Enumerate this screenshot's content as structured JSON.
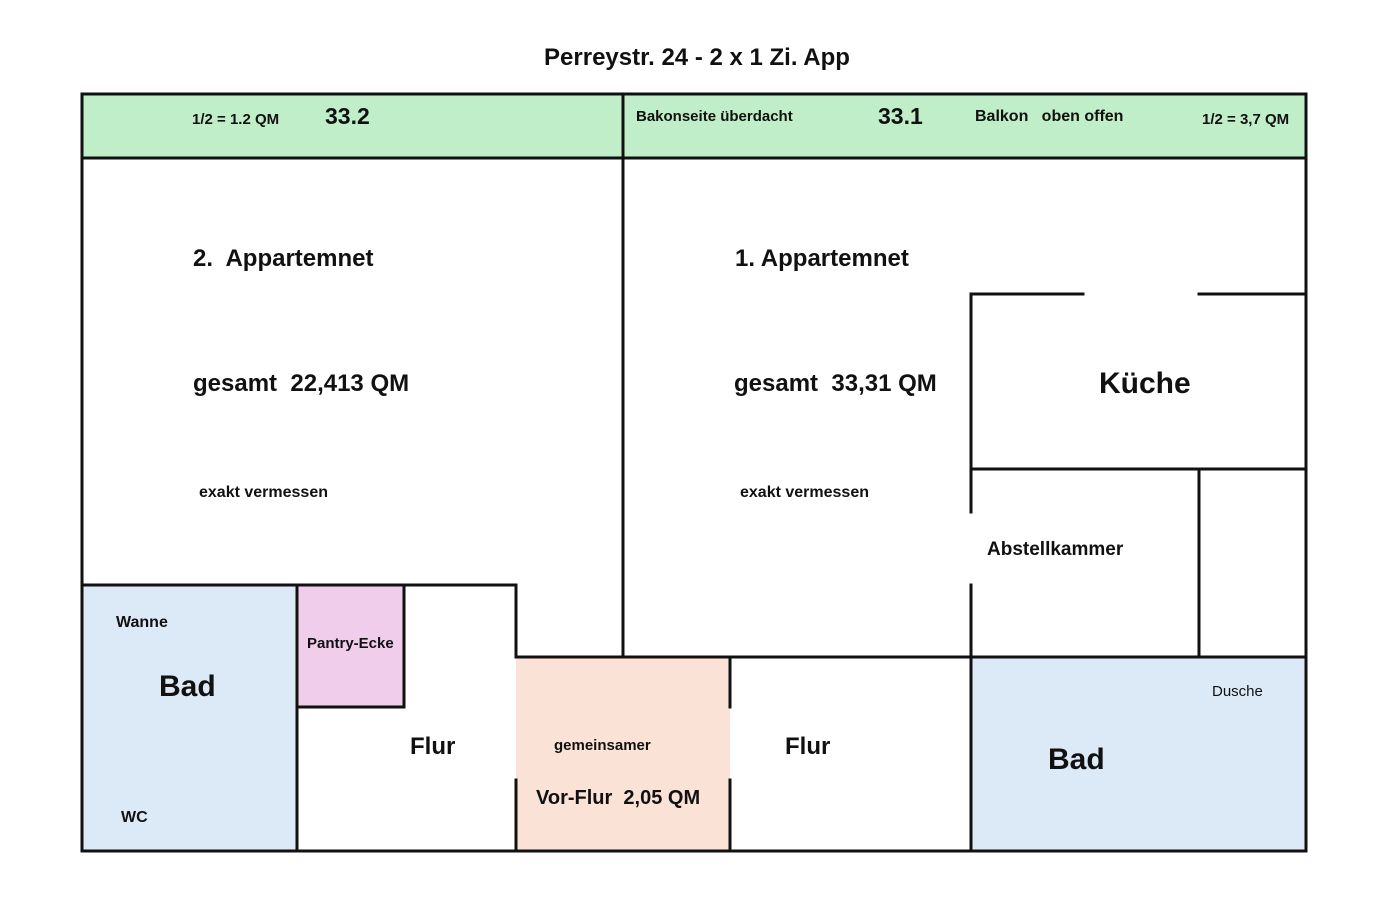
{
  "title": "Perreystr. 24 - 2 x 1 Zi. App",
  "colors": {
    "balcony": "#c0eec8",
    "bath": "#dce9f6",
    "pantry": "#f0cdea",
    "corridor": "#fbe2d6",
    "wall": "#111111"
  },
  "balcony": {
    "left_half": "1/2 = 1.2 QM",
    "left_number": "33.2",
    "right_covered": "Bakonseite überdacht",
    "right_number": "33.1",
    "right_open": "Balkon   oben offen",
    "right_half": "1/2 = 3,7 QM"
  },
  "apartment2": {
    "name": "2.  Appartemnet",
    "total": "gesamt  22,413 QM",
    "note": "exakt vermessen",
    "bath": "Bad",
    "tub": "Wanne",
    "wc": "WC",
    "pantry": "Pantry-Ecke",
    "hall": "Flur"
  },
  "apartment1": {
    "name": "1. Appartemnet",
    "total": "gesamt  33,31 QM",
    "note": "exakt vermessen",
    "kitchen": "Küche",
    "storage": "Abstellkammer",
    "hall": "Flur",
    "bath": "Bad",
    "shower": "Dusche"
  },
  "shared": {
    "line1": "gemeinsamer",
    "line2": "Vor-Flur  2,05 QM"
  }
}
